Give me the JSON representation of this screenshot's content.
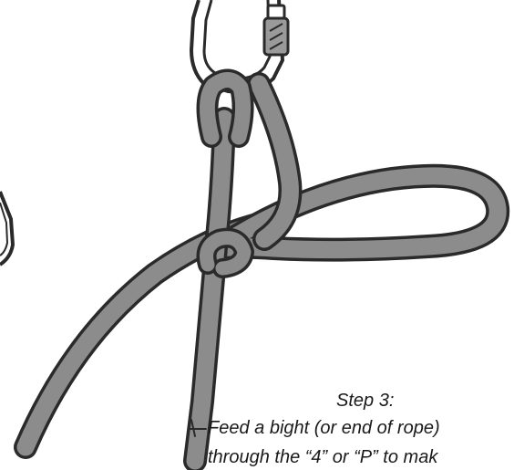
{
  "caption": {
    "step": "Step 3:",
    "line1": "Feed a bight (or end of rope)",
    "line2": "through the “4” or “P” to mak"
  },
  "colors": {
    "rope_fill": "#8c8c8c",
    "rope_outline": "#2a2a2a",
    "carabiner_fill": "#ffffff",
    "lock_sleeve": "#9a9a9a",
    "background": "#ffffff",
    "text": "#1a1a1a"
  },
  "icons": {
    "carabiner": "carabiner-icon",
    "lock_sleeve": "locking-sleeve-icon",
    "rope": "rope-icon"
  }
}
